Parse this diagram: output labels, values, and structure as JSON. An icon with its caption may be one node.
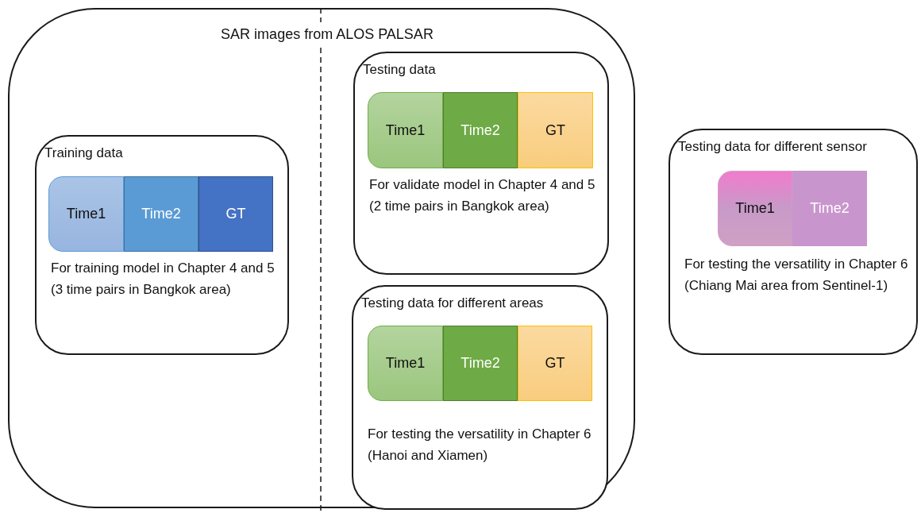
{
  "diagram": {
    "nodes": [
      {
        "text": [
          "SAR images from ALOS PALSAR"
        ]
      },
      {
        "text": [
          "Training data",
          "For training model in Chapter 4 and 5 (3 time pairs in Bangkok area)"
        ],
        "in": 0
      },
      {
        "text": [
          "Time1"
        ],
        "in": 1
      },
      {
        "text": [
          "Time2"
        ],
        "in": 1
      },
      {
        "text": [
          "GT"
        ],
        "in": 1
      },
      {
        "text": [
          "Testing data",
          "For validate model in Chapter 4 and 5 (2 time pairs in Bangkok area)"
        ],
        "in": 0
      },
      {
        "text": [
          "Time1"
        ],
        "in": 5
      },
      {
        "text": [
          "Time2"
        ],
        "in": 5
      },
      {
        "text": [
          "GT"
        ],
        "in": 5
      },
      {
        "text": [
          "Testing data for different areas",
          "For testing the versatility in Chapter 6 (Hanoi and Xiamen)"
        ],
        "in": 0
      },
      {
        "text": [
          "Time1"
        ],
        "in": 9
      },
      {
        "text": [
          "Time2"
        ],
        "in": 9
      },
      {
        "text": [
          "GT"
        ],
        "in": 9
      },
      {
        "text": [
          "Testing data for different sensor",
          "For testing the versatility in Chapter 6 (Chiang Mai area from Sentinel-1)"
        ]
      },
      {
        "text": [
          "Time1"
        ],
        "in": 13
      },
      {
        "text": [
          "Time2"
        ],
        "in": 13
      }
    ]
  }
}
